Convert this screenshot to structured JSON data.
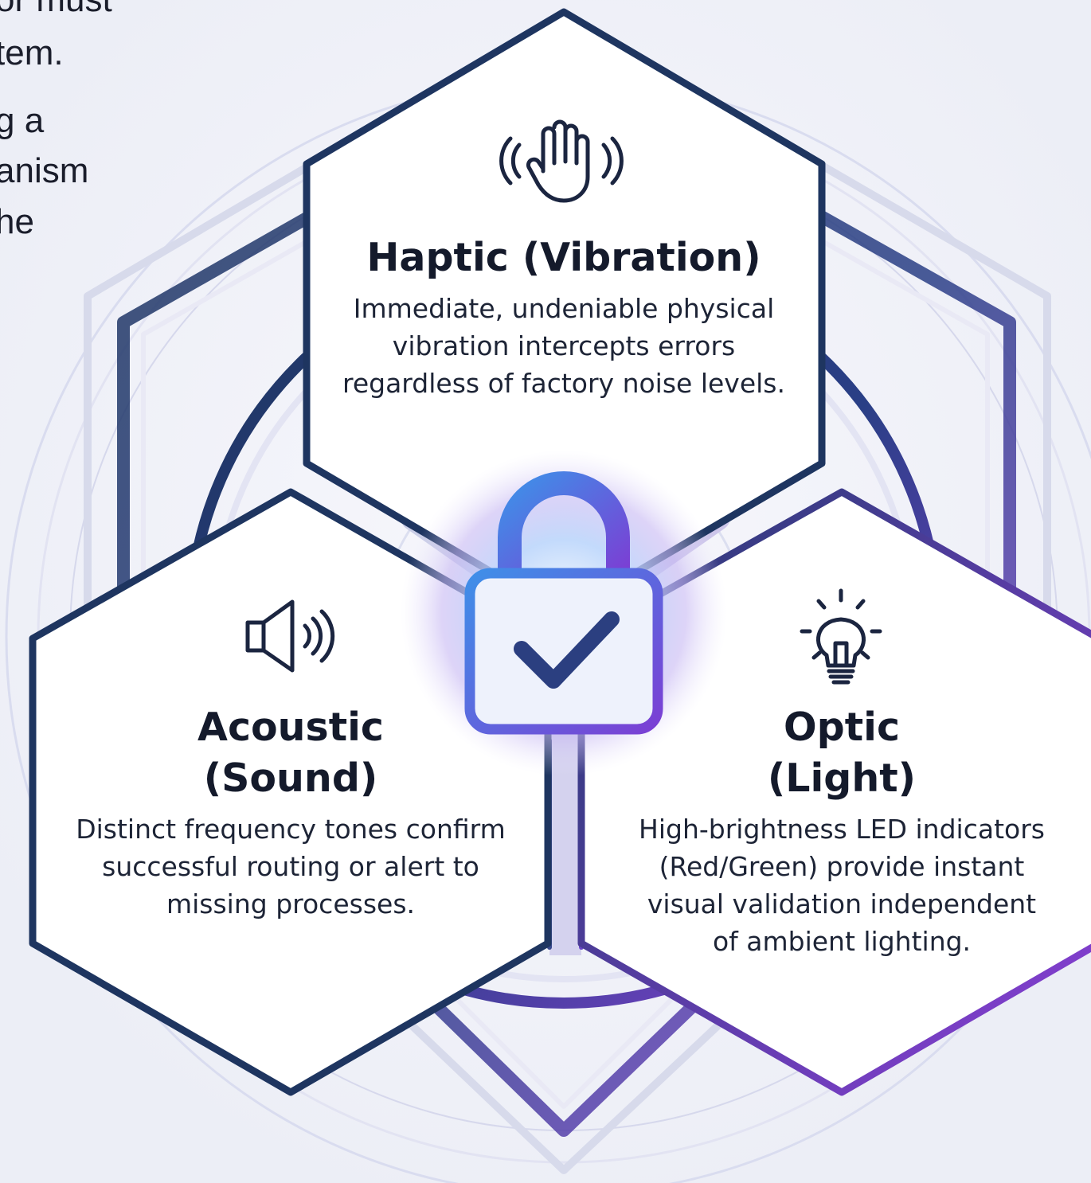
{
  "intro_fragments": [
    "or must",
    "tem.",
    "g a",
    "anism",
    "he"
  ],
  "colors": {
    "navy": "#1e3560",
    "purple": "#8a40d6",
    "violet": "#6d4fd8",
    "blue": "#3b8fe6",
    "background": "#f3f4f9",
    "card_fill": "#ffffff"
  },
  "cards": {
    "haptic": {
      "icon": "hand-vibration-icon",
      "title": "Haptic (Vibration)",
      "body": "Immediate, undeniable physical\nvibration intercepts errors\nregardless of factory noise levels."
    },
    "acoustic": {
      "icon": "speaker-sound-icon",
      "title": "Acoustic\n(Sound)",
      "body": "Distinct frequency tones confirm\nsuccessful routing or alert to\nmissing processes."
    },
    "optic": {
      "icon": "light-bulb-icon",
      "title": "Optic\n(Light)",
      "body": "High-brightness LED indicators\n(Red/Green) provide instant\nvisual validation independent\nof ambient lighting."
    }
  },
  "center": {
    "icon": "padlock-check-icon"
  }
}
